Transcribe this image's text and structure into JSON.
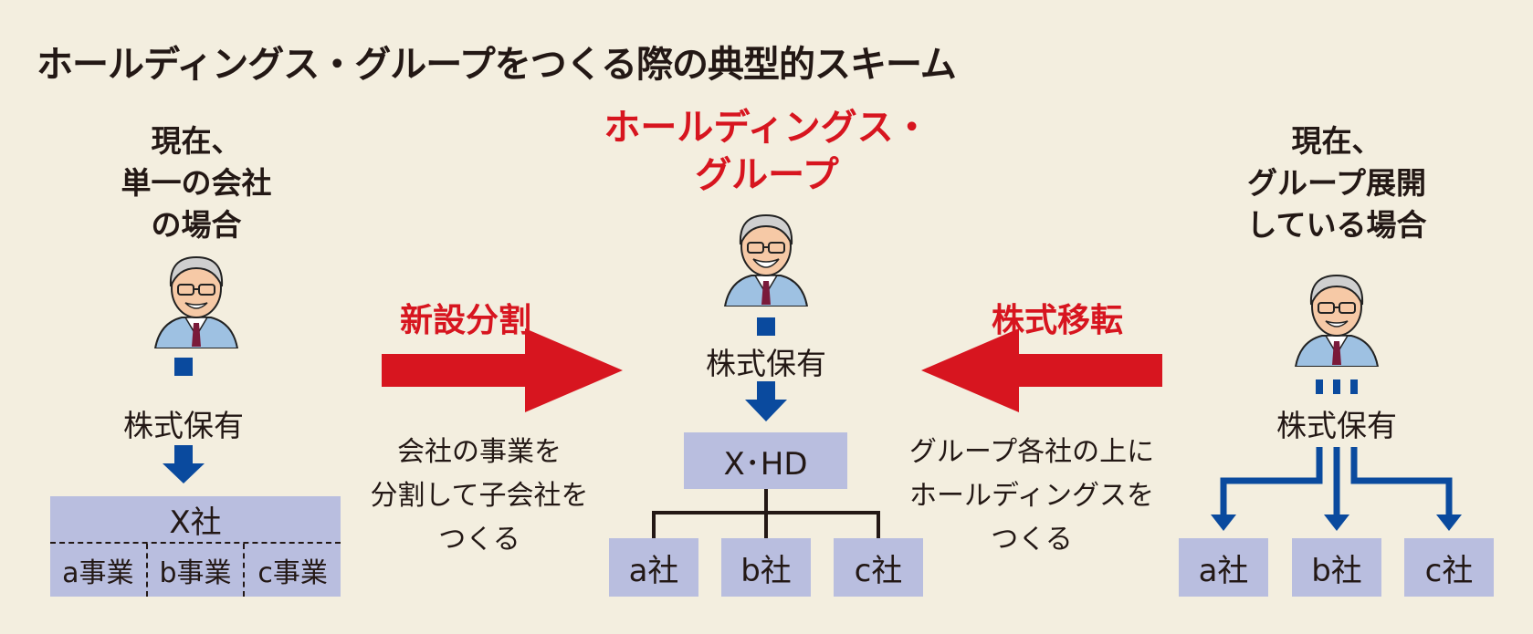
{
  "title": "ホールディングス・グループをつくる際の典型的スキーム",
  "left": {
    "heading_lines": [
      "現在、",
      "単一の会社",
      "の場合"
    ],
    "ownership_label": "株式保有",
    "company": "X社",
    "divisions": [
      "a事業",
      "b事業",
      "c事業"
    ]
  },
  "center": {
    "heading_lines": [
      "ホールディングス・",
      "グループ"
    ],
    "ownership_label": "株式保有",
    "holding_company": "X･HD",
    "subsidiaries": [
      "a社",
      "b社",
      "c社"
    ]
  },
  "right": {
    "heading_lines": [
      "現在、",
      "グループ展開",
      "している場合"
    ],
    "ownership_label": "株式保有",
    "companies": [
      "a社",
      "b社",
      "c社"
    ]
  },
  "arrow_left": {
    "label": "新設分割",
    "desc_lines": [
      "会社の事業を",
      "分割して子会社を",
      "つくる"
    ]
  },
  "arrow_right": {
    "label": "株式移転",
    "desc_lines": [
      "グループ各社の上に",
      "ホールディングスを",
      "つくる"
    ]
  },
  "colors": {
    "background": "#f3eedf",
    "accent_red": "#d7151f",
    "arrow_blue": "#0a4a9e",
    "box_fill": "#b9bedf"
  }
}
